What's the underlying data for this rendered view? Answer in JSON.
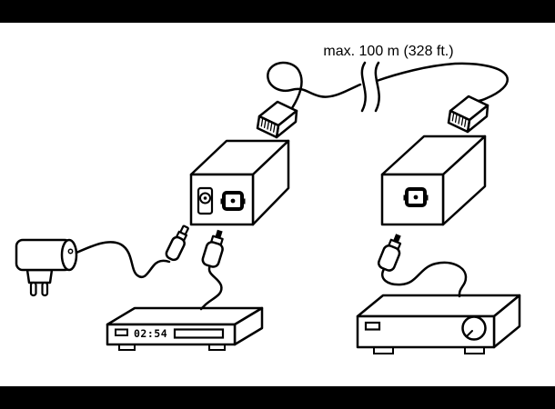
{
  "page": {
    "background_color": "#ffffff",
    "line_color": "#000000",
    "letterbox_color": "#000000"
  },
  "labels": {
    "cable_length": "max. 100 m (328 ft.)"
  },
  "player": {
    "display_time": "02:54"
  },
  "icons": {
    "power_source": "eu-wall-plug-power-adapter",
    "power_connector": "dc-barrel-plug",
    "left_unit_ports": [
      "dc-power-jack",
      "optical-audio-port"
    ],
    "right_unit_ports": [
      "optical-audio-port"
    ],
    "network_connectors": [
      "rj45-plug-left",
      "rj45-plug-right"
    ],
    "cable_break": "cable-break-mark",
    "audio_connectors": [
      "optical-plug-left",
      "optical-plug-right"
    ],
    "devices": [
      "source-player",
      "amplifier"
    ]
  }
}
